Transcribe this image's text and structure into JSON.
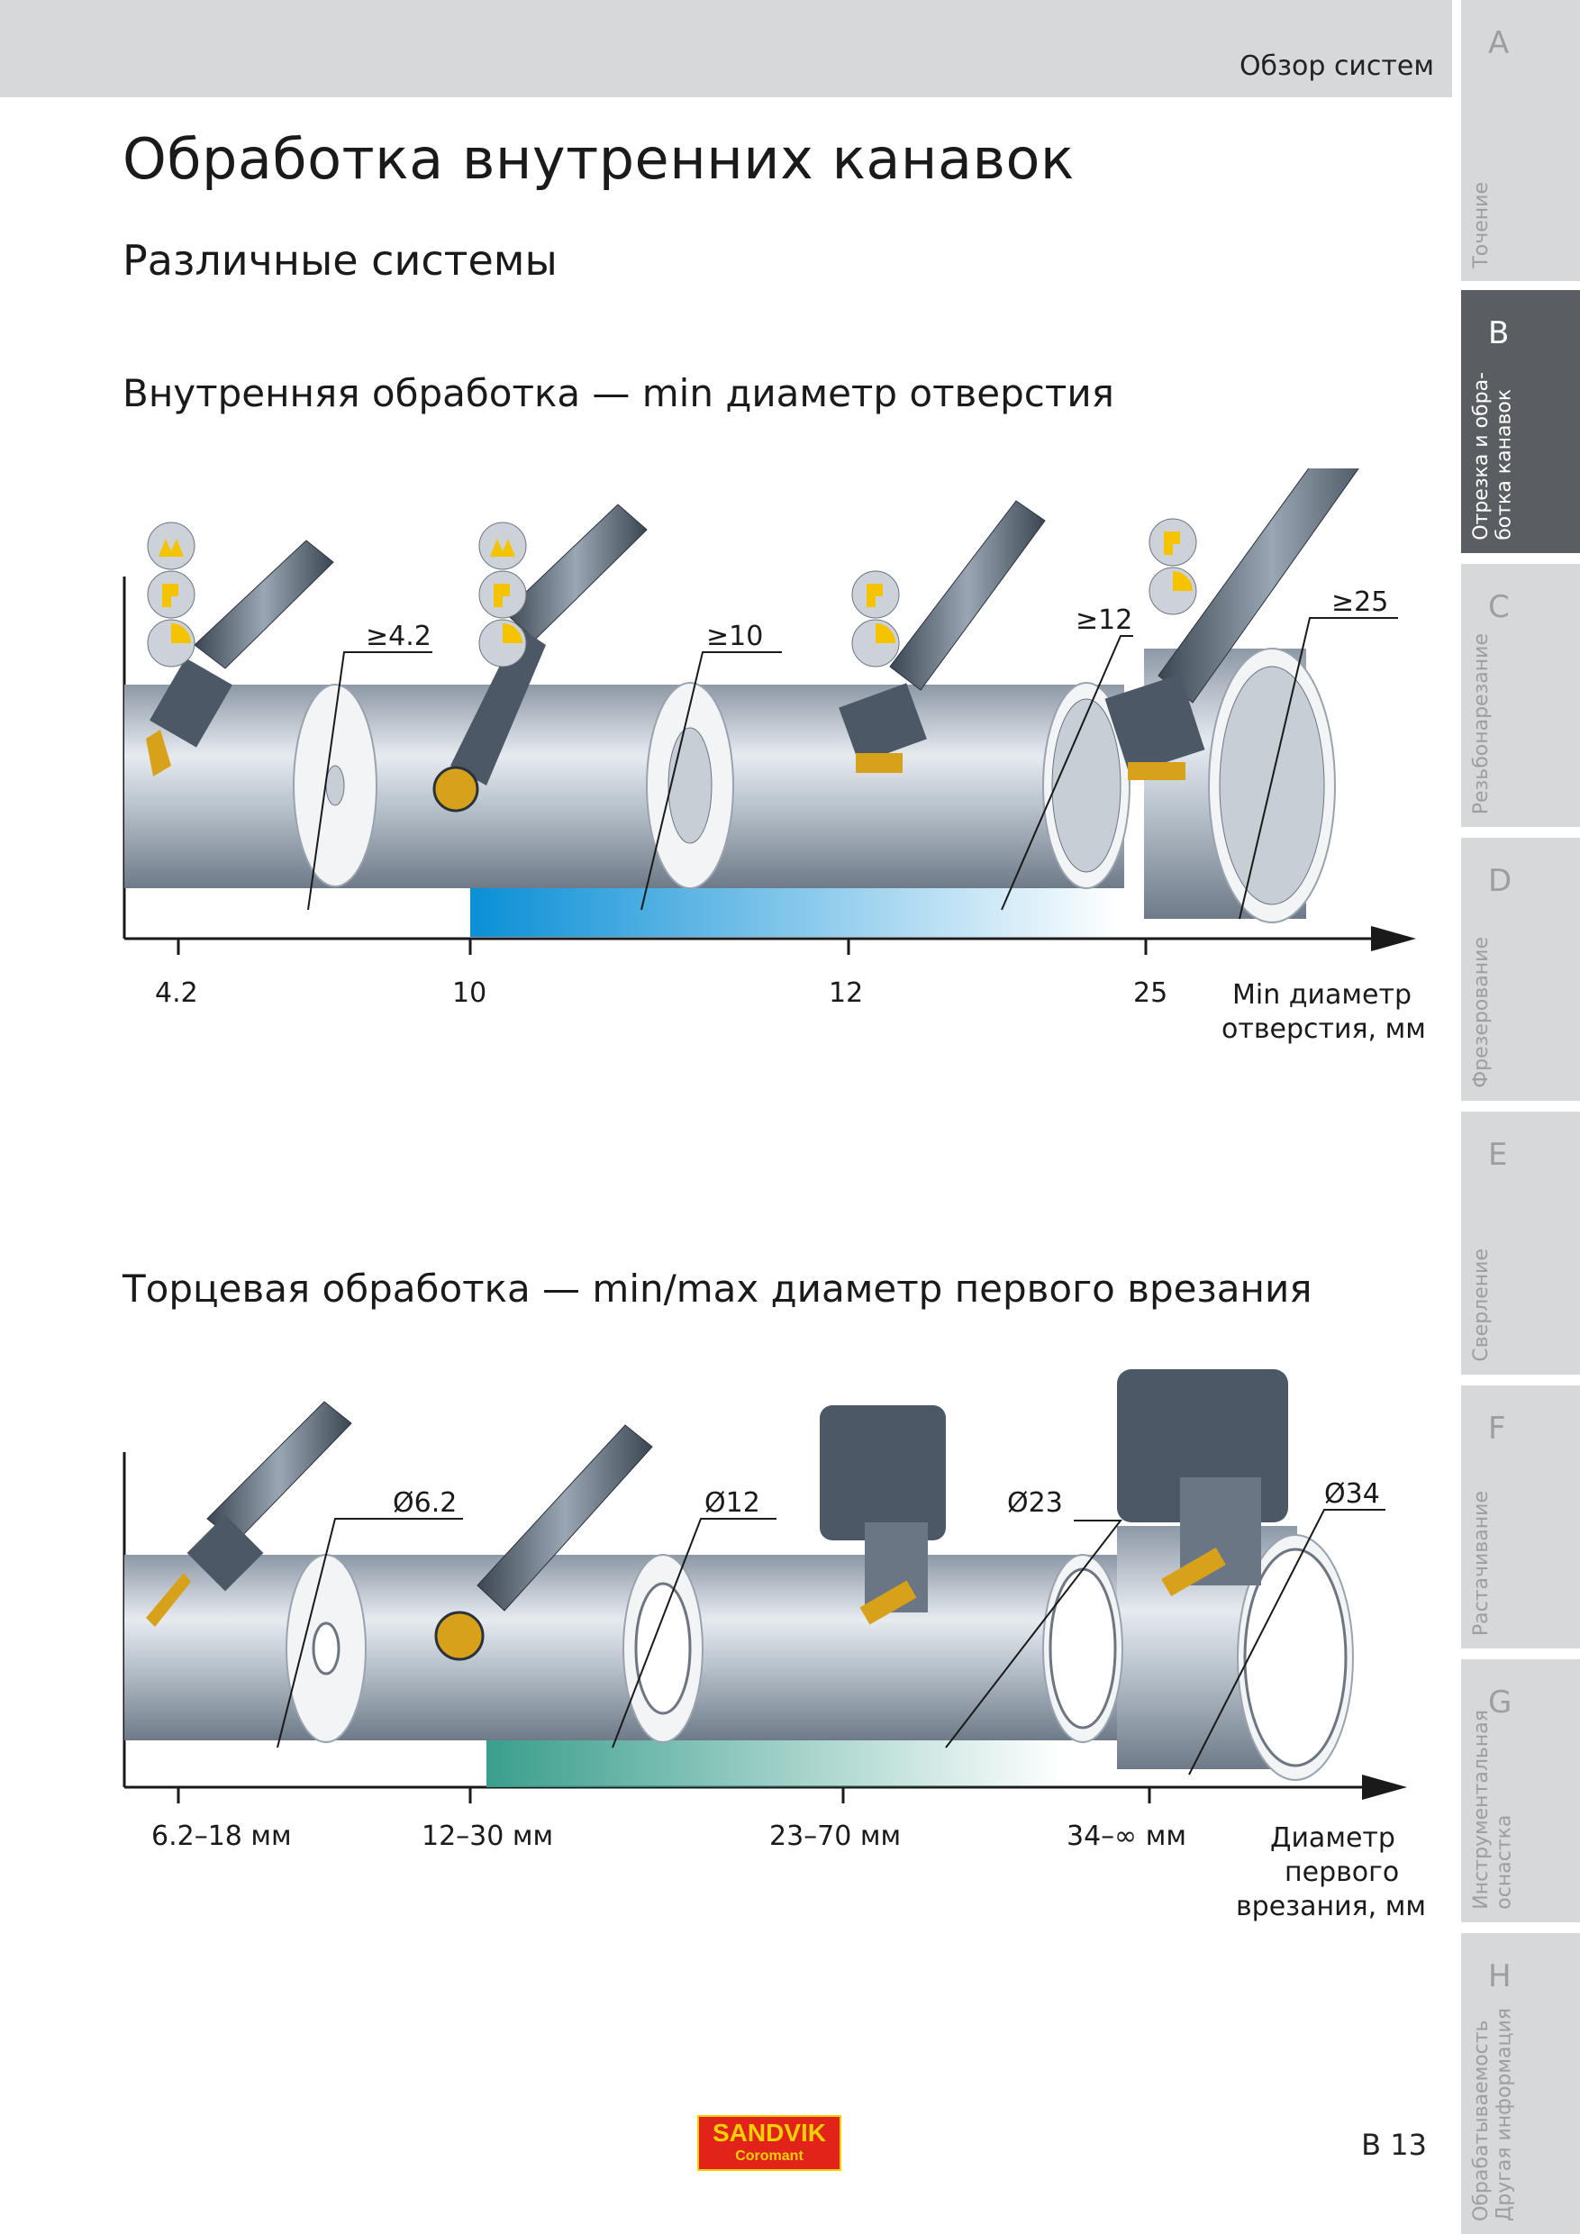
{
  "header": {
    "section": "Обзор систем"
  },
  "title": "Обработка внутренних канавок",
  "subtitle": "Различные системы",
  "figure1": {
    "heading": "Внутренняя обработка — min диаметр отверстия",
    "ticks": [
      "4.2",
      "10",
      "12",
      "25"
    ],
    "dims": [
      "≥4.2",
      "≥10",
      "≥12",
      "≥25"
    ],
    "axis_label": [
      "Min диаметр",
      "отверстия, мм"
    ]
  },
  "figure2": {
    "heading": "Торцевая обработка — min/max диаметр первого врезания",
    "ticks": [
      "6.2–18 мм",
      "12–30 мм",
      "23–70 мм",
      "34–∞ мм"
    ],
    "dims": [
      "Ø6.2",
      "Ø12",
      "Ø23",
      "Ø34"
    ],
    "axis_label": [
      "Диаметр",
      "первого",
      "врезания, мм"
    ]
  },
  "sidebar": [
    {
      "letter": "A",
      "label": "Точение",
      "active": false
    },
    {
      "letter": "B",
      "label": "Отрезка и обра-\nботка канавок",
      "active": true
    },
    {
      "letter": "C",
      "label": "Резьбонарезание",
      "active": false
    },
    {
      "letter": "D",
      "label": "Фрезерование",
      "active": false
    },
    {
      "letter": "E",
      "label": "Сверление",
      "active": false
    },
    {
      "letter": "F",
      "label": "Растачивание",
      "active": false
    },
    {
      "letter": "G",
      "label": "Инструментальная\nоснастка",
      "active": false
    },
    {
      "letter": "H",
      "label": "Обрабатываемость\nДругая информация",
      "active": false
    }
  ],
  "footer": {
    "brand": "SANDVIK",
    "brand_sub": "Coromant",
    "page": "B 13"
  },
  "colors": {
    "accent_blue": "#0a8fd6",
    "accent_teal": "#3a9e8c",
    "tab_grey": "#d7d8da",
    "tab_active": "#5a5d61"
  }
}
